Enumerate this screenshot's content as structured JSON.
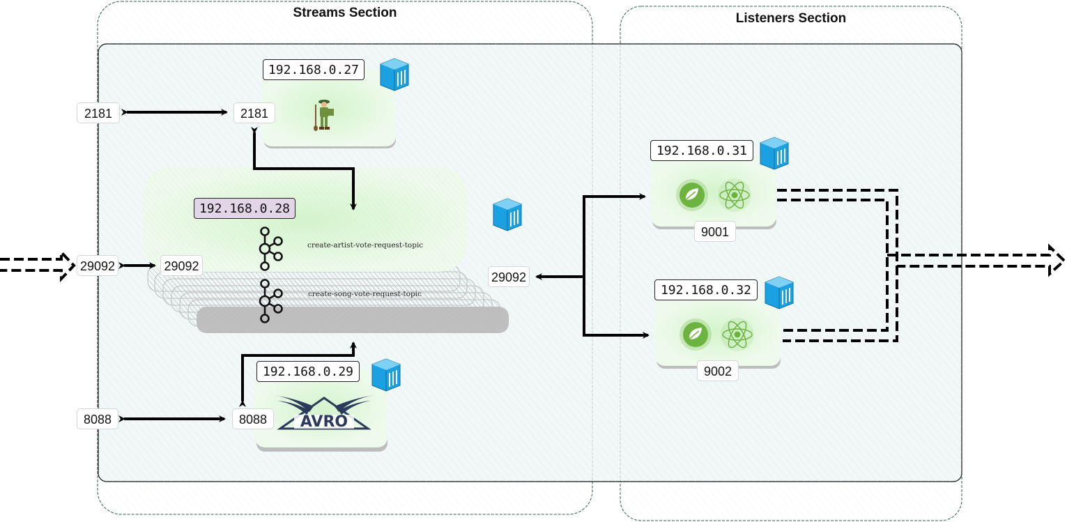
{
  "sections": {
    "streams_title": "Streams Section",
    "listeners_title": "Listeners Section"
  },
  "zookeeper": {
    "ip": "192.168.0.27",
    "port_host": "2181",
    "port_container": "2181"
  },
  "kafka": {
    "ip": "192.168.0.28",
    "port_host": "29092",
    "port_container": "29092",
    "port_external": "29092",
    "topics": [
      "create-artist-vote-request-topic",
      "create-song-vote-request-topic"
    ]
  },
  "schema_registry": {
    "ip": "192.168.0.29",
    "port_host": "8088",
    "port_container": "8088",
    "logo_text": "AVRO"
  },
  "listeners": [
    {
      "ip": "192.168.0.31",
      "port": "9001"
    },
    {
      "ip": "192.168.0.32",
      "port": "9002"
    }
  ],
  "colors": {
    "container_icon": "#1ba1e2",
    "spring_green": "#6db33f",
    "kafka_ip_bg": "#e1d5e7",
    "card_fill": "#e6f7e1",
    "panel_fill": "#eef6f6"
  }
}
